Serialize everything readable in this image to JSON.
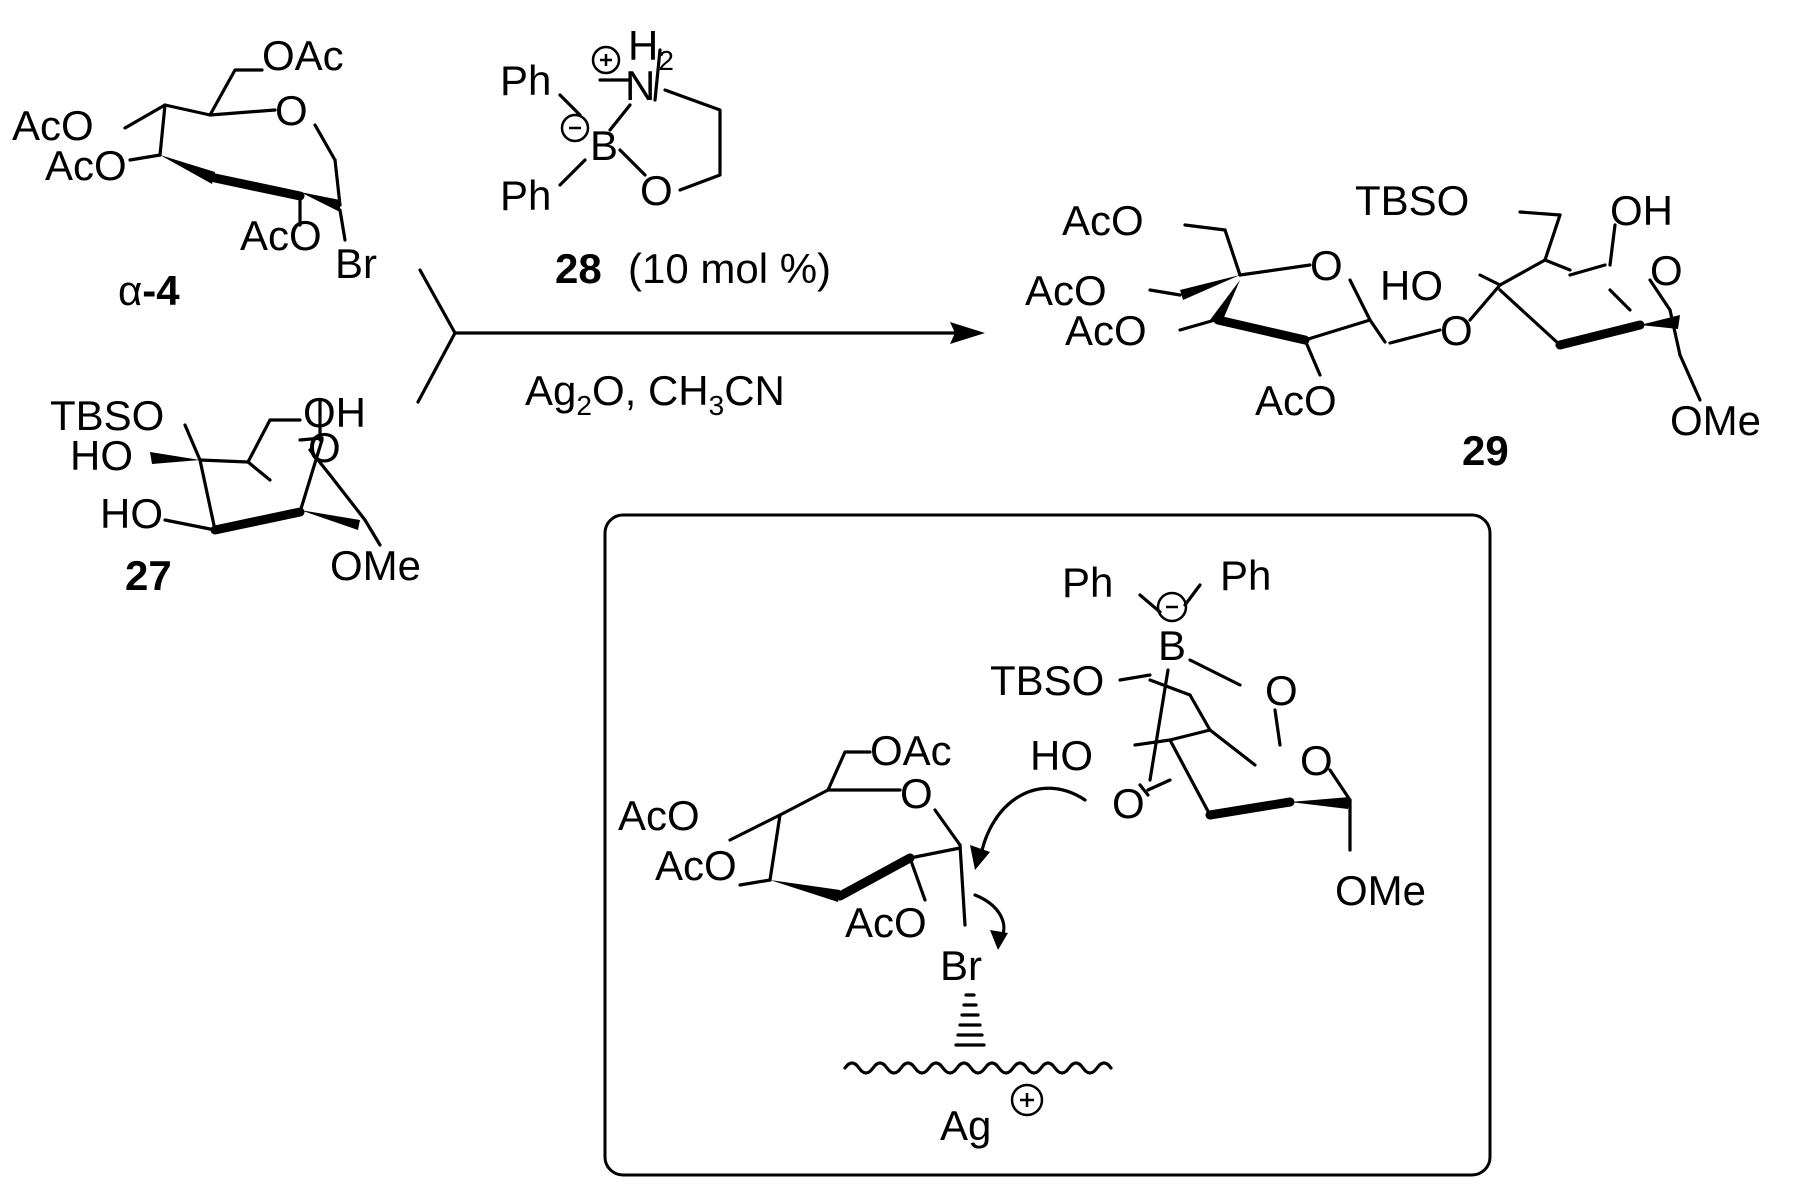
{
  "labels": {
    "compound_a4": "α-4",
    "compound_27": "27",
    "compound_28": "28",
    "compound_29": "29",
    "catalyst_loading": "(10 mol %)",
    "conditions_ag2o": "Ag",
    "conditions_ag2o_sub": "2",
    "conditions_ch3cn_prefix": "O, CH",
    "conditions_ch3cn_sub": "3",
    "conditions_ch3cn_suffix": "CN"
  },
  "atoms": {
    "oac": "OAc",
    "aco": "AcO",
    "br": "Br",
    "o": "O",
    "oh": "OH",
    "ho": "HO",
    "tbso": "TBSO",
    "ome": "OMe",
    "ph": "Ph",
    "b": "B",
    "n": "N",
    "h": "H",
    "h_sub": "2",
    "ag": "Ag"
  }
}
